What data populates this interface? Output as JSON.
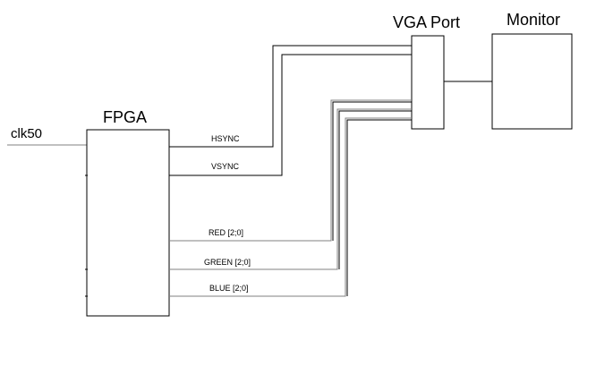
{
  "blocks": {
    "fpga": "FPGA",
    "vga_port": "VGA Port",
    "monitor": "Monitor"
  },
  "input": {
    "clock": "clk50"
  },
  "signals": {
    "hsync": "HSYNC",
    "vsync": "VSYNC",
    "red": "RED [2;0]",
    "green": "GREEN [2;0]",
    "blue": "BLUE [2;0]"
  }
}
